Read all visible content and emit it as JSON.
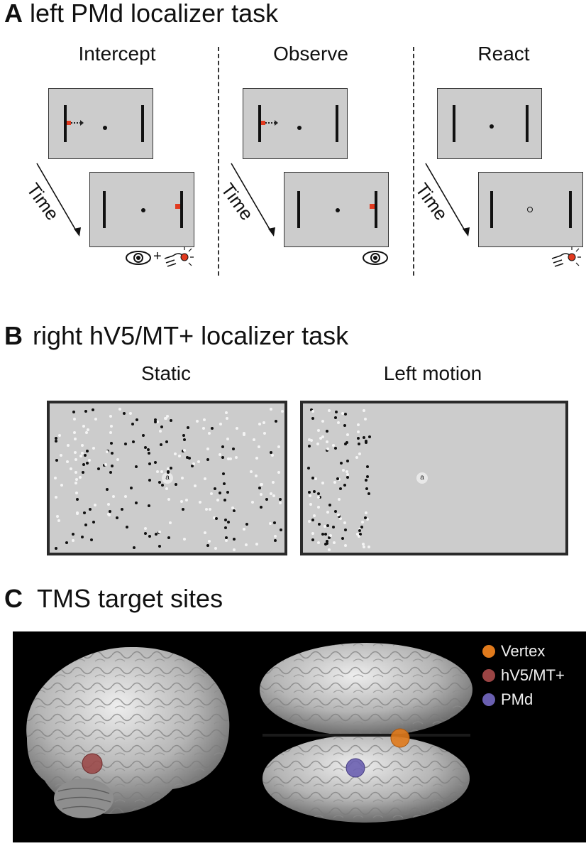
{
  "panel_a": {
    "letter": "A",
    "title": "left PMd localizer task",
    "time_label": "Time",
    "columns": [
      {
        "title": "Intercept"
      },
      {
        "title": "Observe"
      },
      {
        "title": "React"
      }
    ],
    "response_plus": "+",
    "icons": [
      "eye-icon",
      "hand-button-icon"
    ]
  },
  "panel_b": {
    "letter": "B",
    "title": "right hV5/MT+ localizer task",
    "conditions": [
      {
        "title": "Static",
        "fixation_label": "a"
      },
      {
        "title": "Left motion",
        "fixation_label": "a"
      }
    ]
  },
  "panel_c": {
    "letter": "C",
    "title": "TMS target sites",
    "legend": [
      {
        "label": "Vertex",
        "color": "#e07a1c"
      },
      {
        "label": "hV5/MT+",
        "color": "#9a4444"
      },
      {
        "label": "PMd",
        "color": "#6a5fb0"
      }
    ]
  },
  "colors": {
    "screen_bg": "#cccccc",
    "target_red": "#e23a1f",
    "brain_bg": "#000000"
  }
}
